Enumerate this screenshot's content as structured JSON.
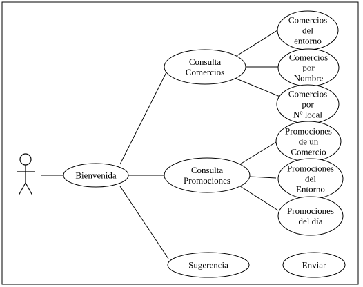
{
  "diagram": {
    "line_color": "#000000",
    "background": "#ffffff",
    "actor": {
      "icon": "stick-figure-actor-icon"
    },
    "use_cases": {
      "bienvenida": [
        "Bienvenida"
      ],
      "consulta_comercios": [
        "Consulta",
        "Comercios"
      ],
      "consulta_promociones": [
        "Consulta",
        "Promociones"
      ],
      "sugerencia": [
        "Sugerencia"
      ],
      "comercios_entorno": [
        "Comercios",
        "del",
        "entorno"
      ],
      "comercios_nombre": [
        "Comercios",
        "por",
        "Nombre"
      ],
      "comercios_local": [
        "Comercios",
        "por",
        "Nº local"
      ],
      "promociones_comercio": [
        "Promociones",
        "de un",
        "Comercio"
      ],
      "promociones_entorno": [
        "Promociones",
        "del",
        "Entorno"
      ],
      "promociones_dia": [
        "Promociones",
        "del día"
      ],
      "enviar": [
        "Enviar"
      ]
    }
  }
}
